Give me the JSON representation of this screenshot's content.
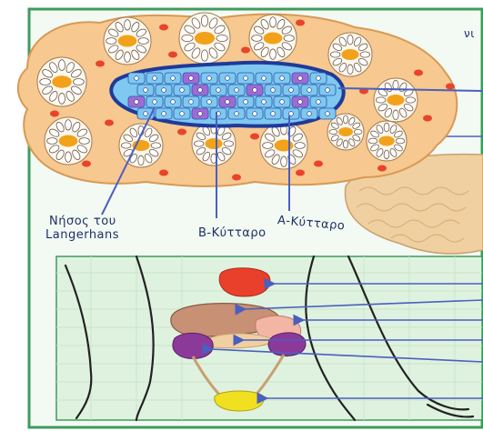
{
  "labels": {
    "islet_line1": "Νήσος του",
    "islet_line2": "Langerhans",
    "beta_cell": "Β-Κύτταρο",
    "alpha_cell": "Α-Κύτταρο",
    "top_right_fragment": "νι"
  },
  "colors": {
    "frame": "#3f9a5e",
    "panel_background": "#dff2df",
    "tissue": "#f7c88f",
    "acinus_lumen": "#f2a21a",
    "red_cells": "#e8432c",
    "islet_outline": "#1f3a9a",
    "beta_cells": "#7fc8f0",
    "alpha_cells": "#a06ad4",
    "pointer_lines": "#4a5fc0",
    "pancreas": "#f0d0a0",
    "liver": "#c89074",
    "bladder": "#f0e020",
    "kidney_top": "#e8402a",
    "label_text": "#1d2f66"
  }
}
